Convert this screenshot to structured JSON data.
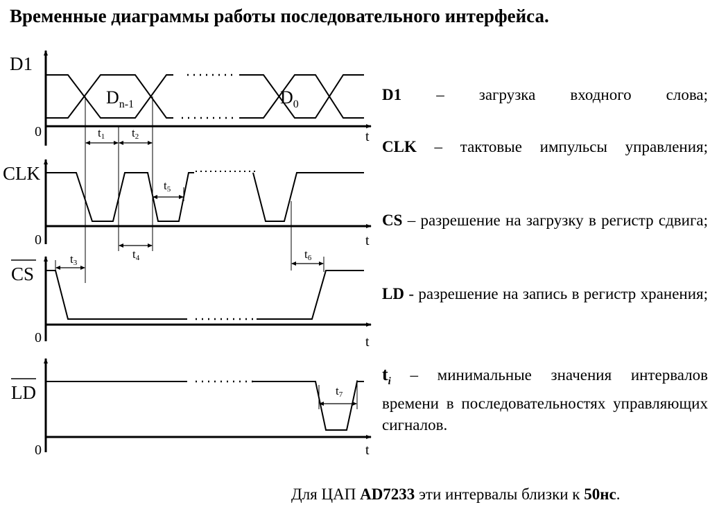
{
  "title": "Временные диаграммы работы последовательного интерфейса.",
  "signals": {
    "d1": {
      "label": "D1",
      "zero": "0",
      "t": "t"
    },
    "clk": {
      "label": "CLK",
      "zero": "0",
      "t": "t"
    },
    "cs": {
      "label": "CS",
      "zero": "0",
      "t": "t"
    },
    "ld": {
      "label": "LD",
      "zero": "0",
      "t": "t"
    }
  },
  "data_labels": {
    "dn1": {
      "main": "D",
      "sub": "n-1"
    },
    "d0": {
      "main": "D",
      "sub": "0"
    }
  },
  "intervals": {
    "t1": {
      "main": "t",
      "sub": "1"
    },
    "t2": {
      "main": "t",
      "sub": "2"
    },
    "t3": {
      "main": "t",
      "sub": "3"
    },
    "t4": {
      "main": "t",
      "sub": "4"
    },
    "t5": {
      "main": "t",
      "sub": "5"
    },
    "t6": {
      "main": "t",
      "sub": "6"
    },
    "t7": {
      "main": "t",
      "sub": "7"
    }
  },
  "legend": {
    "d1": {
      "term": "D1",
      "text": " – загрузка входного слова;"
    },
    "clk": {
      "term": "CLK",
      "text": " – тактовые импульсы управления;"
    },
    "cs": {
      "term": "CS",
      "text": " – разрешение на загрузку в регистр сдвига;"
    },
    "ld": {
      "term": "LD",
      "text": " - разрешение на запись в регистр хранения;"
    },
    "ti": {
      "term": "t",
      "term_sub": "i",
      "text": " – минимальные значения интервалов времени в последовательностях управляющих сигналов."
    }
  },
  "footer": {
    "prefix": "Для ЦАП ",
    "chip": "AD7233",
    "middle": " эти интервалы близки к ",
    "value": "50нс",
    "suffix": "."
  }
}
